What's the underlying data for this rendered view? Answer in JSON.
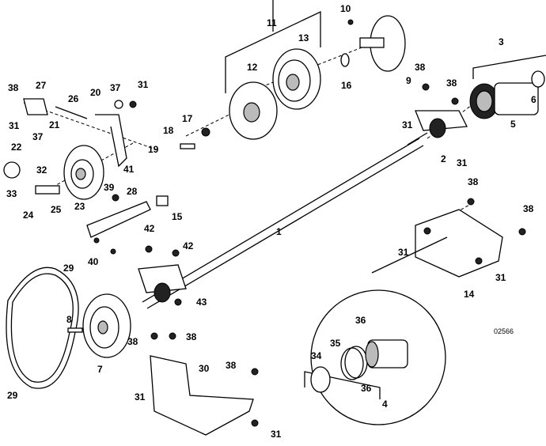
{
  "diagram": {
    "drawing_code": "02566",
    "callouts": [
      "10",
      "11",
      "13",
      "3",
      "12",
      "16",
      "9",
      "38",
      "38",
      "6",
      "5",
      "38",
      "27",
      "26",
      "20",
      "37",
      "31",
      "31",
      "21",
      "17",
      "18",
      "19",
      "31",
      "2",
      "31",
      "37",
      "22",
      "32",
      "41",
      "33",
      "24",
      "25",
      "23",
      "39",
      "28",
      "15",
      "38",
      "38",
      "1",
      "42",
      "42",
      "31",
      "14",
      "31",
      "40",
      "29",
      "43",
      "8",
      "38",
      "38",
      "36",
      "35",
      "34",
      "7",
      "30",
      "38",
      "36",
      "4",
      "29",
      "31",
      "31"
    ]
  }
}
